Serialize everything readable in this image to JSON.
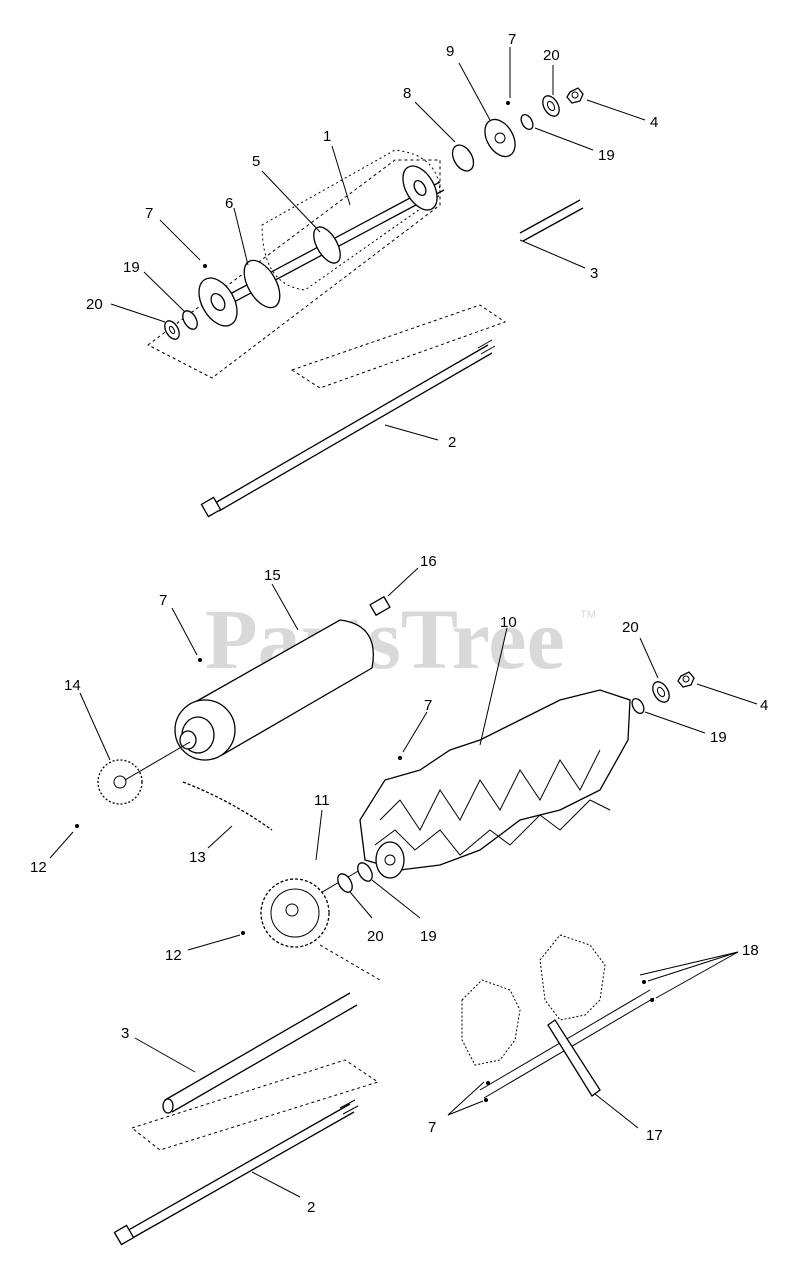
{
  "watermark": {
    "text": "PartsTree",
    "tm": "TM"
  },
  "callouts": {
    "top": [
      "7",
      "9",
      "20",
      "4",
      "8",
      "19",
      "1",
      "5",
      "7",
      "6",
      "3",
      "19",
      "20",
      "2"
    ],
    "bottom": [
      "16",
      "15",
      "7",
      "10",
      "20",
      "4",
      "14",
      "19",
      "7",
      "11",
      "12",
      "13",
      "20",
      "19",
      "12",
      "18",
      "3",
      "7",
      "17",
      "2"
    ]
  },
  "colors": {
    "ink": "#000000",
    "watermark": "#d9d9d9",
    "background": "#ffffff"
  }
}
